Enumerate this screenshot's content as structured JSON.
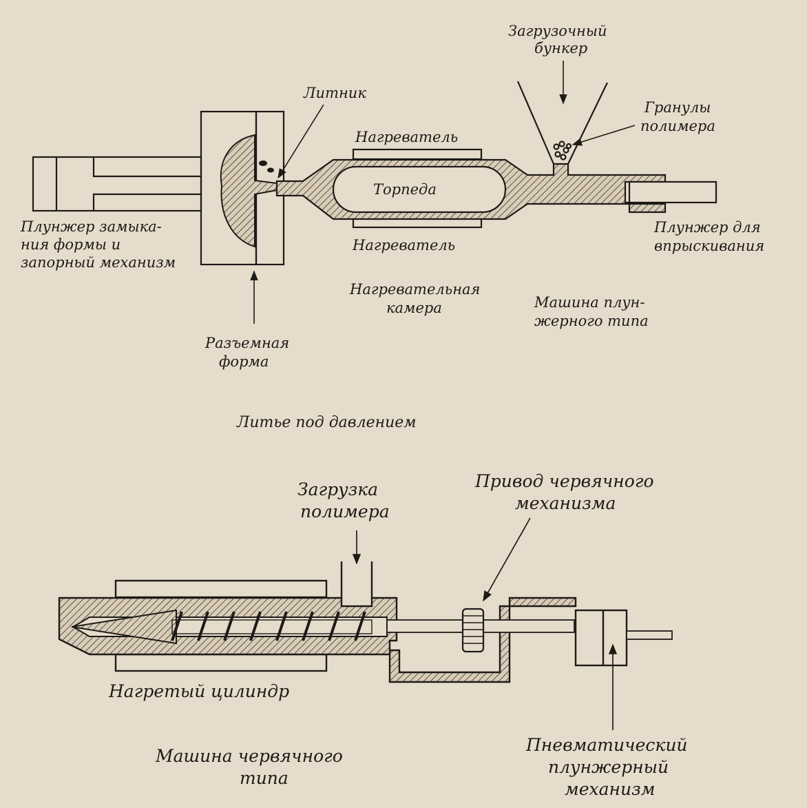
{
  "figure1": {
    "labels": {
      "hopper_1": "Загрузочный",
      "hopper_2": "бункер",
      "granules_1": "Гранулы",
      "granules_2": "полимера",
      "sprue": "Литник",
      "heater_top": "Нагреватель",
      "heater_bottom": "Нагреватель",
      "torpedo": "Торпеда",
      "clamp_1": "Плунжер замыка-",
      "clamp_2": "ния формы и",
      "clamp_3": "запорный механизм",
      "injection_plunger_1": "Плунжер для",
      "injection_plunger_2": "впрыскивания",
      "chamber_1": "Нагревательная",
      "chamber_2": "камера",
      "machine_1": "Машина плун-",
      "machine_2": "жерного типа",
      "mold_1": "Разъемная",
      "mold_2": "форма"
    },
    "caption": "Литье под давлением"
  },
  "figure2": {
    "labels": {
      "loading_1": "Загрузка",
      "loading_2": "полимера",
      "drive_1": "Привод червячного",
      "drive_2": "механизма",
      "cylinder": "Нагретый цилиндр",
      "pneumatic_1": "Пневматический",
      "pneumatic_2": "плунжерный",
      "pneumatic_3": "механизм"
    },
    "caption_1": "Машина червячного",
    "caption_2": "типа"
  },
  "colors": {
    "paper": "#e6dccb",
    "ink": "#1d1a17",
    "hatch": "#3a342e"
  }
}
